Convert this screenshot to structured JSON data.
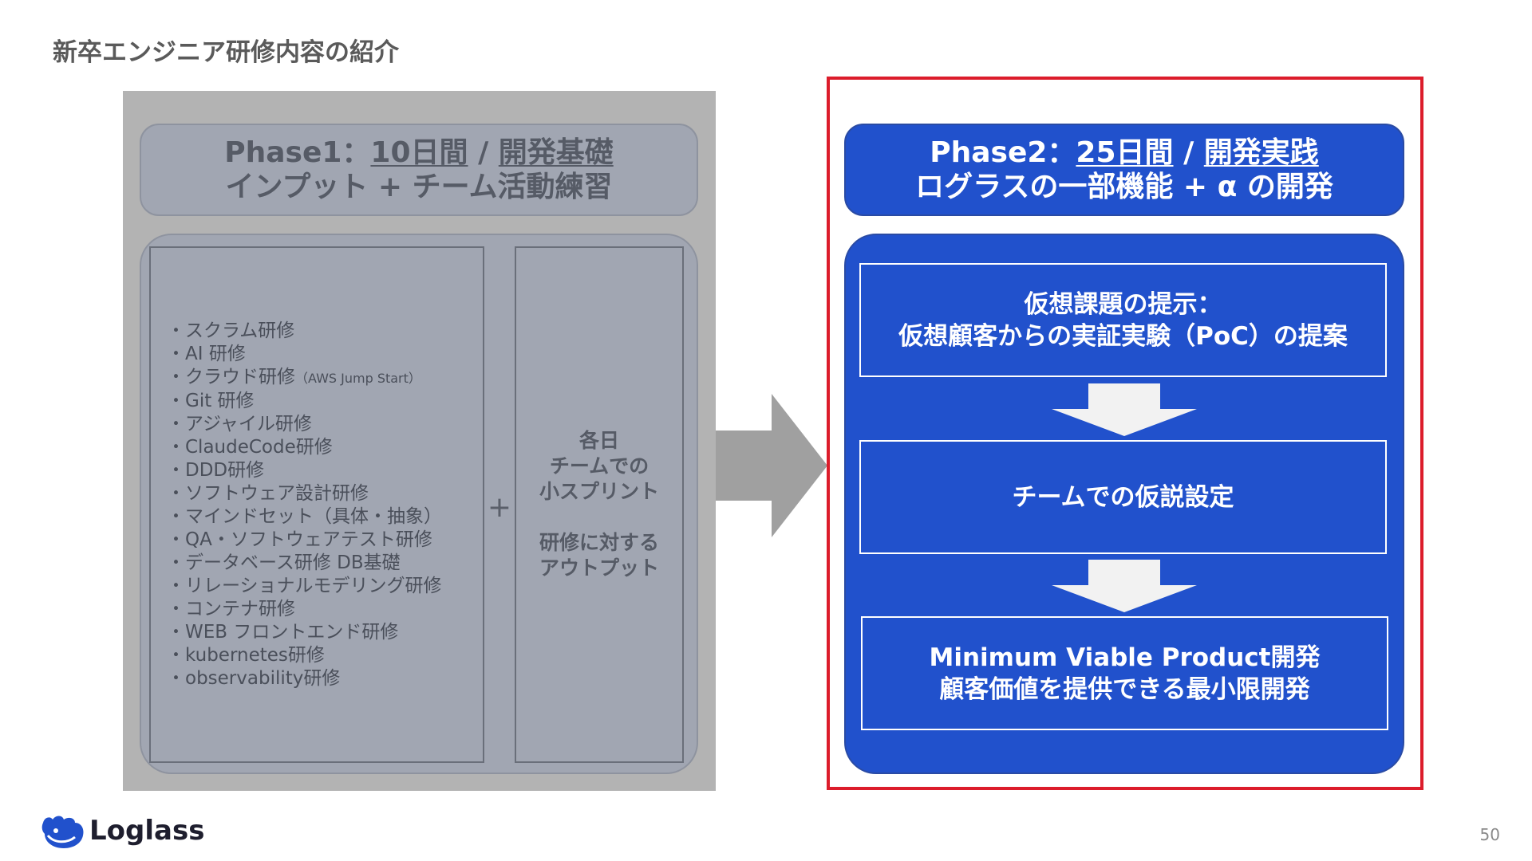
{
  "slide": {
    "title": "新卒エンジニア研修内容の紹介",
    "page_number": "50"
  },
  "phase1": {
    "label": "Phase1：",
    "duration": "10日間",
    "sep": " / ",
    "theme": "開発基礎",
    "subtitle": "インプット + チーム活動練習",
    "list": [
      "・スクラム研修",
      "・AI 研修",
      "・クラウド研修",
      "・Git 研修",
      "・アジャイル研修",
      "・ClaudeCode研修",
      "・DDD研修",
      "・ソフトウェア設計研修",
      "・マインドセット（具体・抽象）",
      "・QA・ソフトウェアテスト研修",
      "・データベース研修 DB基礎",
      "・リレーショナルモデリング研修",
      "・コンテナ研修",
      "・WEB フロントエンド研修",
      "・kubernetes研修",
      "・observability研修"
    ],
    "cloud_note": "（AWS Jump Start）",
    "plus": "+",
    "output_lines": [
      "各日",
      "チームでの",
      "小スプリント",
      "研修に対する",
      "アウトプット"
    ]
  },
  "phase2": {
    "label": "Phase2：",
    "duration": "25日間",
    "sep": " / ",
    "theme": "開発実践",
    "subtitle": "ログラスの一部機能 + α の開発",
    "steps": [
      {
        "line1": "仮想課題の提示：",
        "line2": "仮想顧客からの実証実験（PoC）の提案"
      },
      {
        "line1": "チームでの仮説設定"
      },
      {
        "line1": "Minimum Viable Product開発",
        "line2": "顧客価値を提供できる最小限開発"
      }
    ]
  },
  "logo": {
    "text": "Loglass",
    "icon": "loglass-whale-icon"
  },
  "colors": {
    "phase1_fill": "#a1a6b2",
    "phase1_bg": "#b3b3b3",
    "phase2_fill": "#2151cc",
    "highlight_frame": "#dc1d2b",
    "arrow_gray": "#a0a0a0",
    "arrow_light": "#f2f2f2"
  }
}
